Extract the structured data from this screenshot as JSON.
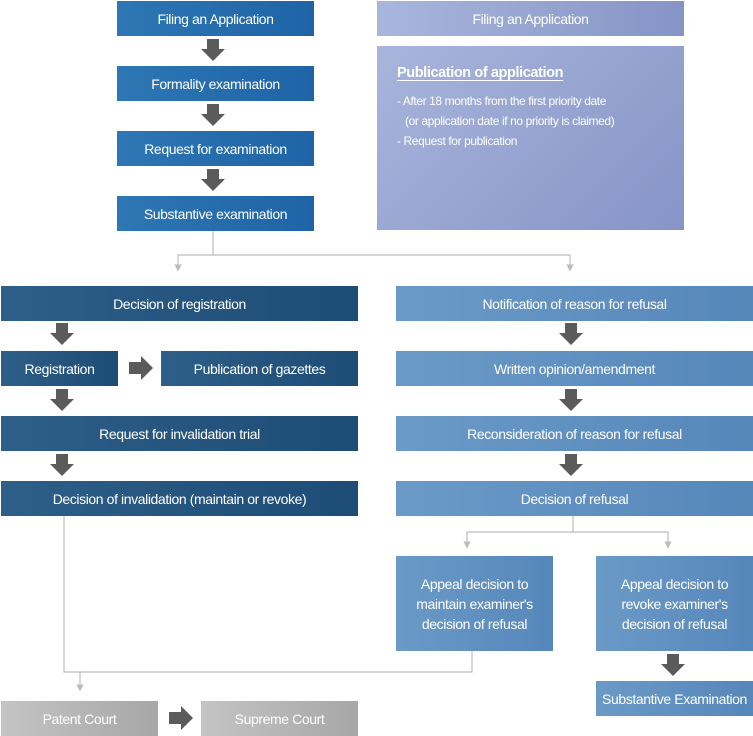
{
  "top": {
    "filing": "Filing an Application",
    "formality": "Formality examination",
    "request_exam": "Request for examination",
    "substantive": "Substantive examination"
  },
  "publication": {
    "header": "Filing an Application",
    "title": "Publication of application",
    "line1": "-  After 18 months from the first priority date",
    "line2": "(or application date if no priority is claimed)",
    "line3": "-  Request for publication"
  },
  "left_branch": {
    "decision_registration": "Decision of registration",
    "registration": "Registration",
    "publication_gazettes": "Publication of gazettes",
    "request_invalidation": "Request for invalidation trial",
    "decision_invalidation": "Decision of invalidation (maintain or revoke)"
  },
  "right_branch": {
    "notification_refusal": "Notification of reason for refusal",
    "written_opinion": "Written opinion/amendment",
    "reconsideration": "Reconsideration of reason for refusal",
    "decision_refusal": "Decision of refusal",
    "appeal_maintain": [
      "Appeal decision to",
      "maintain examiner's",
      "decision of refusal"
    ],
    "appeal_revoke": [
      "Appeal decision to",
      "revoke examiner's",
      "decision of refusal"
    ],
    "substantive_exam": "Substantive Examination"
  },
  "courts": {
    "patent_court": "Patent Court",
    "supreme_court": "Supreme Court"
  },
  "colors": {
    "mid_blue": "#2a6fb0",
    "dark_blue": "#27587f",
    "light_blue": "#6290c1",
    "lavender": "#98a6d2",
    "gray": "#b5b5b5",
    "arrow": "#5b5b5b",
    "connector": "#bdbdbd"
  }
}
